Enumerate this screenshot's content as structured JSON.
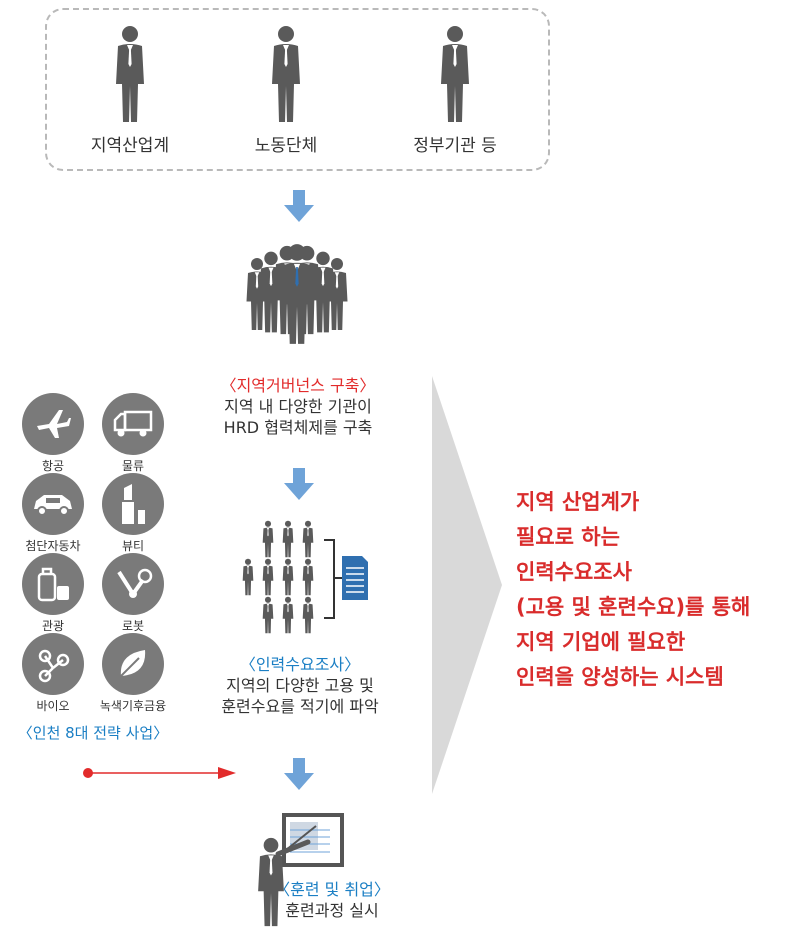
{
  "stakeholders": {
    "items": [
      {
        "label": "지역산업계"
      },
      {
        "label": "노동단체"
      },
      {
        "label": "정부기관 등"
      }
    ]
  },
  "governance": {
    "title": "〈지역거버넌스 구축〉",
    "line1": "지역 내 다양한 기관이",
    "line2": "HRD 협력체제를 구축"
  },
  "demand_survey": {
    "title": "〈인력수요조사〉",
    "line1": "지역의 다양한 고용 및",
    "line2": "훈련수요를 적기에 파악"
  },
  "training": {
    "title": "〈훈련 및 취업〉",
    "line1": "훈련과정 실시"
  },
  "industries": {
    "items": [
      {
        "label": "항공",
        "icon": "airplane-icon"
      },
      {
        "label": "물류",
        "icon": "truck-icon"
      },
      {
        "label": "첨단자동차",
        "icon": "car-icon"
      },
      {
        "label": "뷰티",
        "icon": "lipstick-icon"
      },
      {
        "label": "관광",
        "icon": "luggage-icon"
      },
      {
        "label": "로봇",
        "icon": "robot-arm-icon"
      },
      {
        "label": "바이오",
        "icon": "molecule-icon"
      },
      {
        "label": "녹색기후금융",
        "icon": "leaf-icon"
      }
    ],
    "title": "〈인천 8대 전략 사업〉"
  },
  "result": {
    "lines": [
      "지역 산업계가",
      "필요로 하는",
      "인력수요조사",
      "(고용 및 훈련수요)를 통해",
      "지역 기업에 필요한",
      "인력을 양성하는 시스템"
    ]
  },
  "colors": {
    "person": "#5a5a5a",
    "tie": "#2f6fb0",
    "arrow": "#6fa3d8",
    "red": "#d92c2c",
    "blue": "#1b7fc4",
    "chevron": "#d9d9d9"
  }
}
